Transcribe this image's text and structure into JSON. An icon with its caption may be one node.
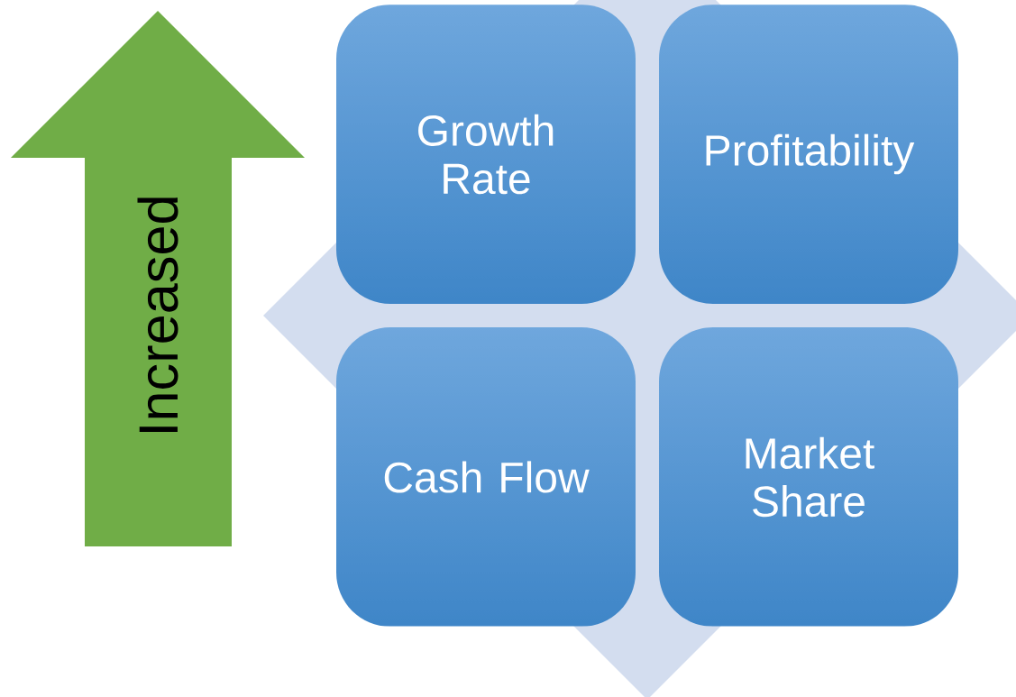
{
  "diagram": {
    "nodes": [
      {
        "text": [
          "Increased"
        ]
      },
      {
        "text": [
          "Growth Rate"
        ]
      },
      {
        "text": [
          "Profitability"
        ]
      },
      {
        "text": [
          "Cash Flow"
        ]
      },
      {
        "text": [
          "Market Share"
        ]
      }
    ]
  }
}
